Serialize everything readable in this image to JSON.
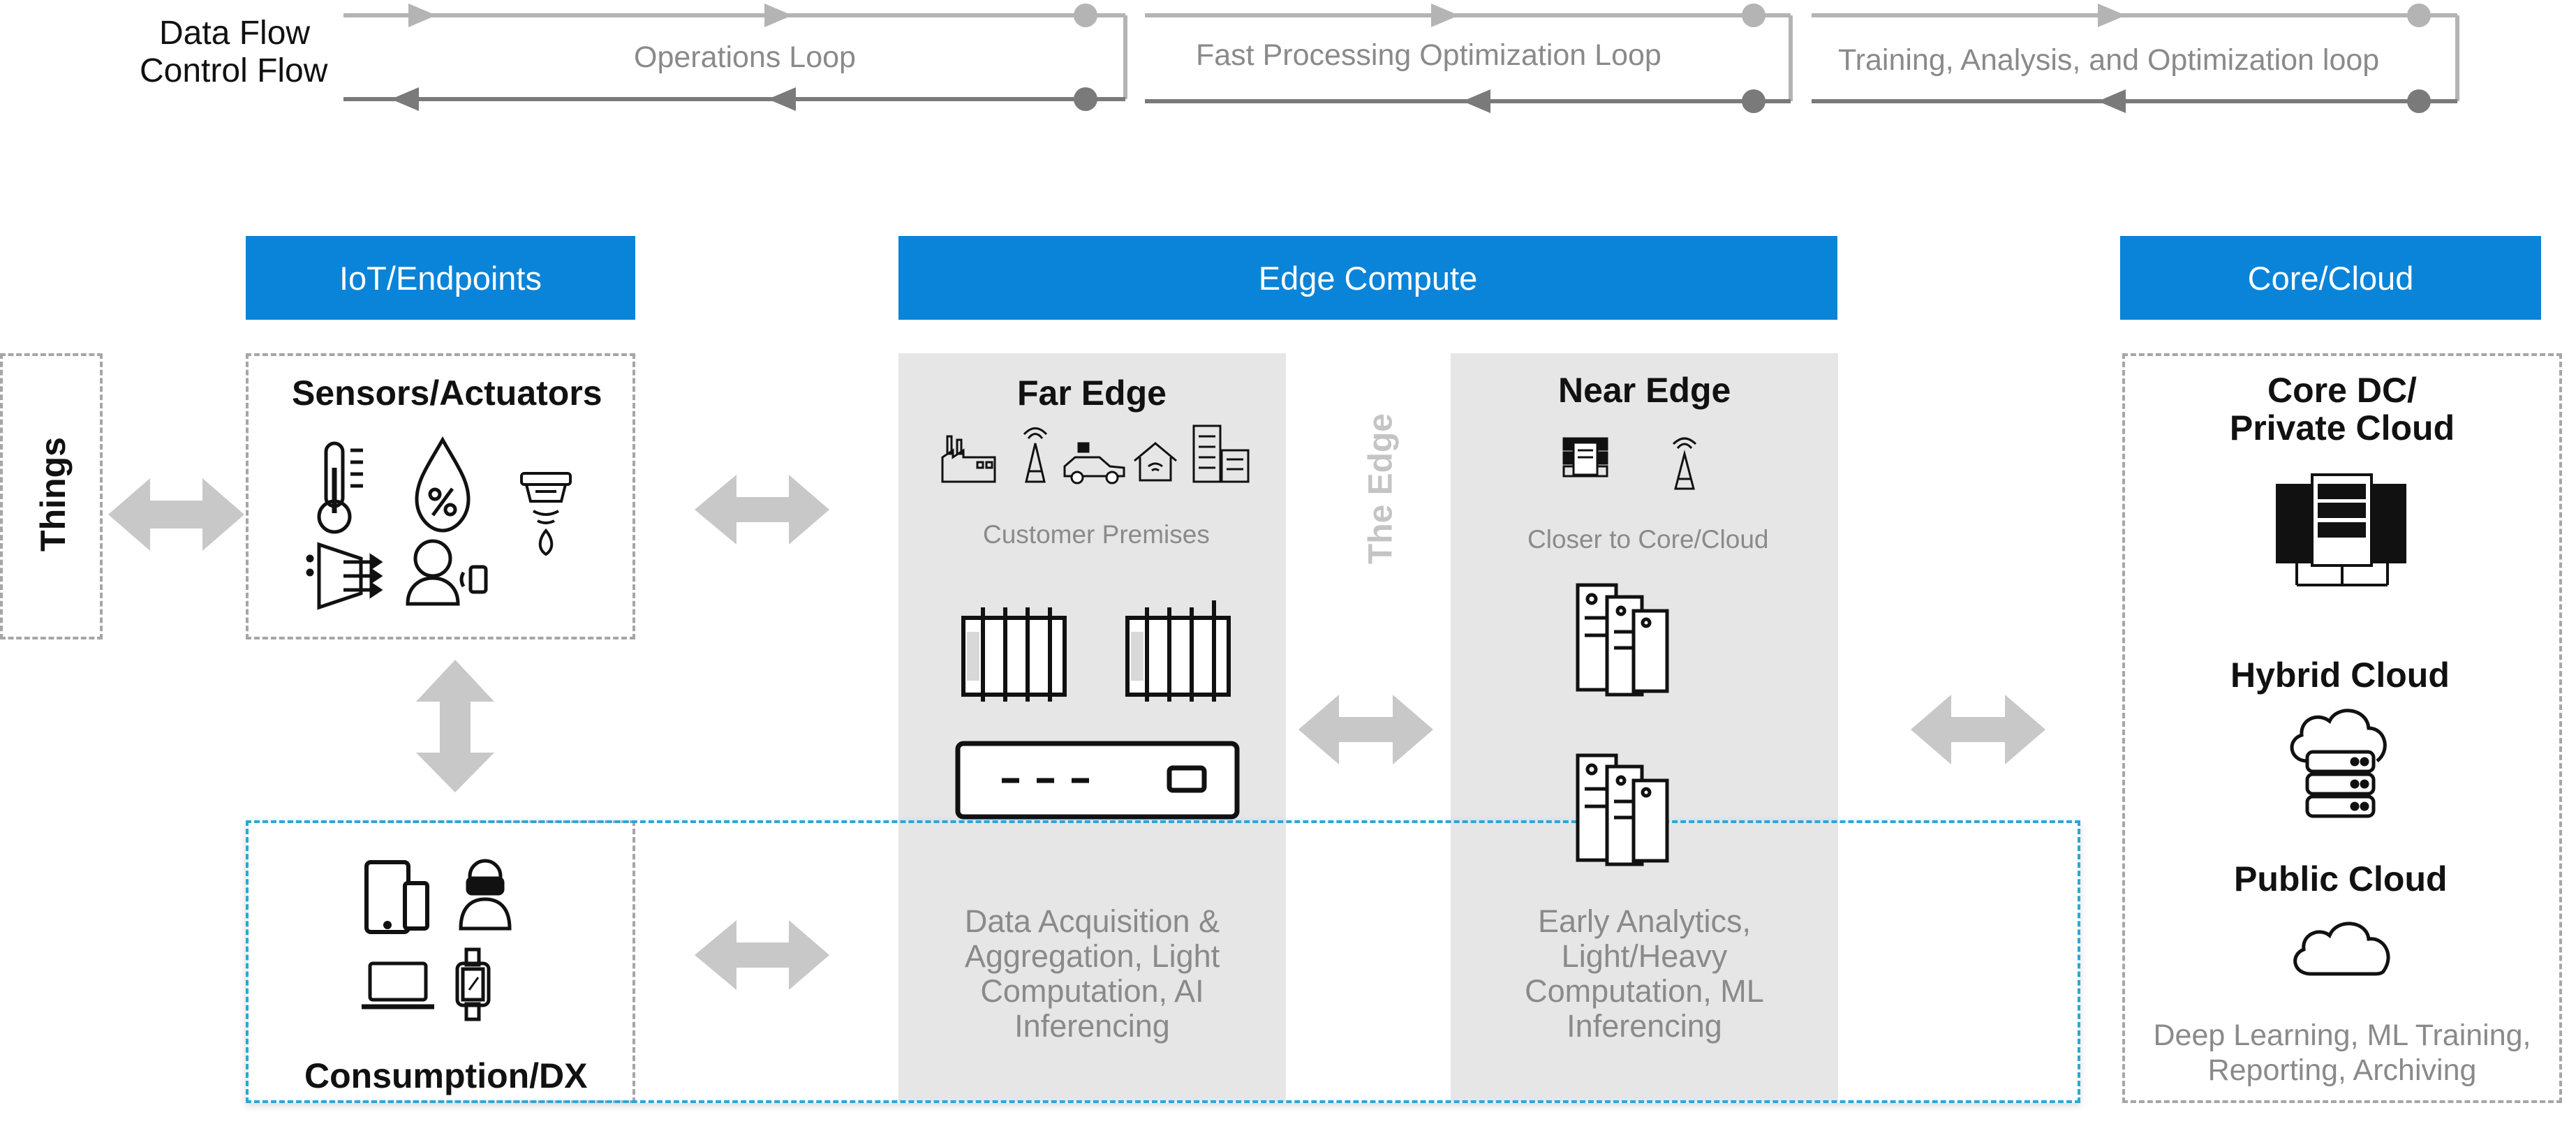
{
  "legend": {
    "data_flow": "Data Flow",
    "control_flow": "Control Flow"
  },
  "loops": {
    "operations": "Operations Loop",
    "fast": "Fast Processing Optimization Loop",
    "training": "Training, Analysis, and Optimization loop"
  },
  "headers": {
    "iot": "IoT/Endpoints",
    "edge": "Edge Compute",
    "cloud": "Core/Cloud"
  },
  "things": "Things",
  "sensors": {
    "title": "Sensors/Actuators"
  },
  "consumption": {
    "title": "Consumption/DX"
  },
  "far_edge": {
    "title": "Far Edge",
    "subtitle": "Customer Premises",
    "desc_lines": [
      "Data Acquisition &",
      "Aggregation, Light",
      "Computation, AI",
      "Inferencing"
    ]
  },
  "the_edge": "The Edge",
  "near_edge": {
    "title": "Near Edge",
    "subtitle": "Closer to Core/Cloud",
    "desc_lines": [
      "Early Analytics,",
      "Light/Heavy",
      "Computation, ML",
      "Inferencing"
    ]
  },
  "cloud": {
    "core_dc_line1": "Core DC/",
    "core_dc_line2": "Private Cloud",
    "hybrid": "Hybrid Cloud",
    "public": "Public Cloud",
    "desc_line1": "Deep Learning, ML Training,",
    "desc_line2": "Reporting, Archiving"
  },
  "colors": {
    "header_blue": "#0a84d8",
    "panel_gray": "#e6e6e6",
    "arrow_gray": "#c8c8c8",
    "consumption_dash": "#2aa7d8"
  },
  "icons": [
    "thermometer-icon",
    "humidity-icon",
    "smoke-detector-icon",
    "actuator-icon",
    "person-sensor-icon",
    "factory-icon",
    "cell-tower-icon",
    "car-icon",
    "smart-home-icon",
    "buildings-icon",
    "rack-switch-icon",
    "edge-gateway-icon",
    "server-cluster-icon",
    "server-rack-cloud-icon",
    "hybrid-cloud-icon",
    "public-cloud-icon",
    "tablet-phone-icon",
    "vr-headset-user-icon",
    "laptop-icon",
    "smartwatch-icon"
  ]
}
